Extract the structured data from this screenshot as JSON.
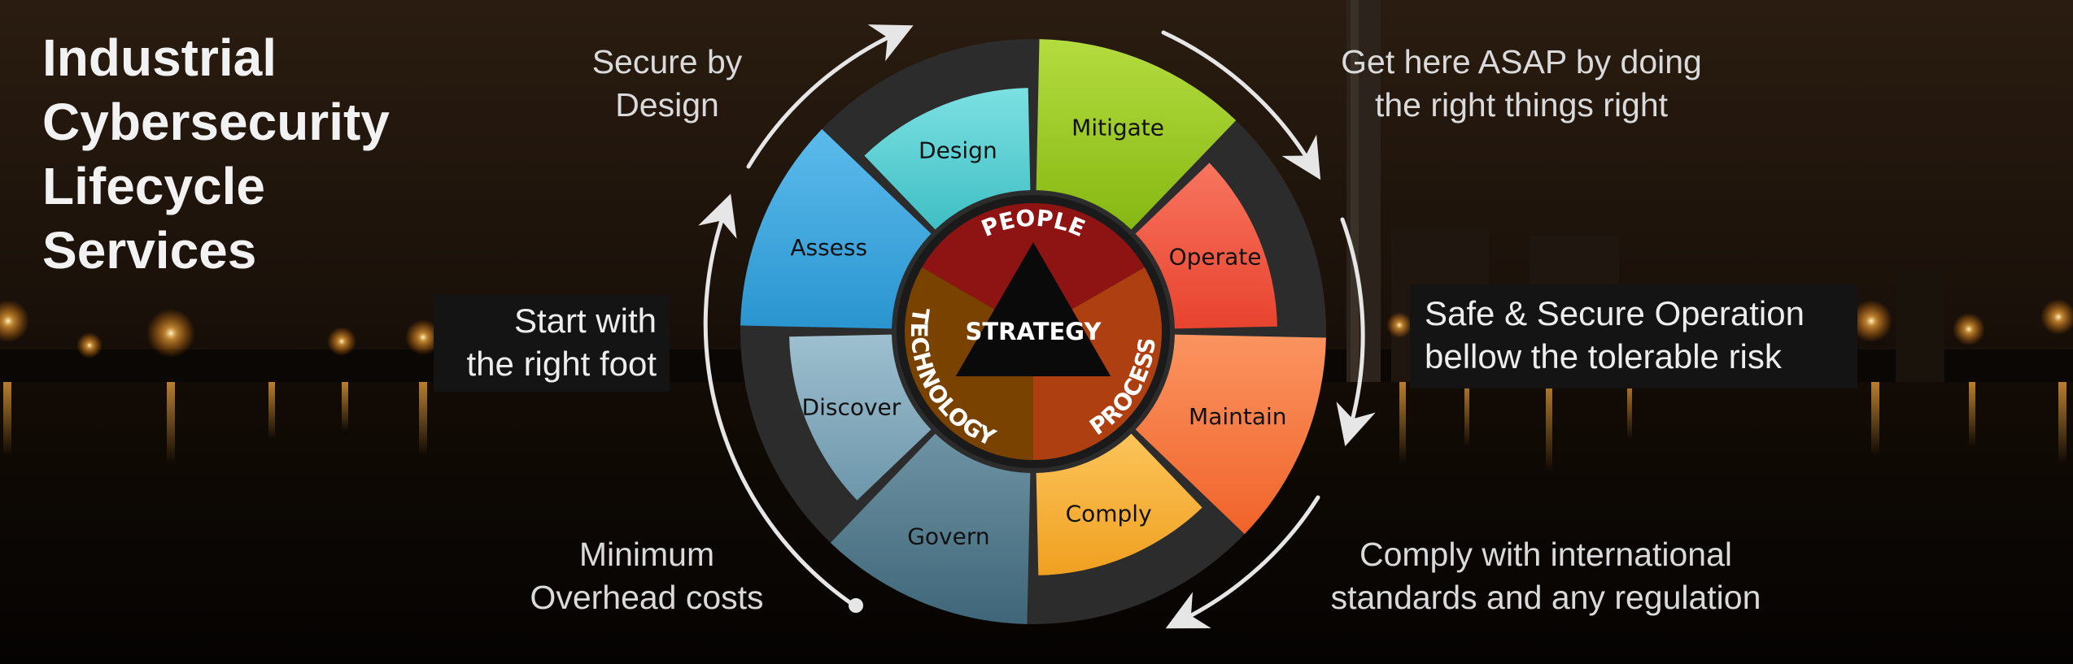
{
  "title_lines": [
    "Industrial",
    "Cybersecurity",
    "Lifecycle",
    "Services"
  ],
  "phases": [
    {
      "label": "Design",
      "color": "#3fbfc4",
      "light": "#7ce0e2"
    },
    {
      "label": "Mitigate",
      "color": "#86b812",
      "light": "#b4dc40"
    },
    {
      "label": "Operate",
      "color": "#e8432f",
      "light": "#f7755e"
    },
    {
      "label": "Maintain",
      "color": "#f0632a",
      "light": "#fb9460"
    },
    {
      "label": "Comply",
      "color": "#f0a020",
      "light": "#fcc45a"
    },
    {
      "label": "Govern",
      "color": "#3f6678",
      "light": "#6d93a4"
    },
    {
      "label": "Discover",
      "color": "#6d96aa",
      "light": "#9ec0d0"
    },
    {
      "label": "Assess",
      "color": "#2a95d0",
      "light": "#5cbbec"
    }
  ],
  "core": {
    "center": "STRATEGY",
    "pillars": [
      "PEOPLE",
      "PROCESS",
      "TECHNOLOGY"
    ],
    "colors": [
      "#8e1414",
      "#ad3f10",
      "#7a4200"
    ]
  },
  "captions": {
    "secure": [
      "Secure by",
      "Design"
    ],
    "asap": [
      "Get here ASAP by doing",
      "the right things right"
    ],
    "start": [
      "Start with",
      "the right foot"
    ],
    "safe": [
      "Safe & Secure Operation",
      "bellow the tolerable risk"
    ],
    "overhead": [
      "Minimum",
      "Overhead costs"
    ],
    "comply": [
      "Comply with international",
      "standards and any regulation"
    ]
  }
}
